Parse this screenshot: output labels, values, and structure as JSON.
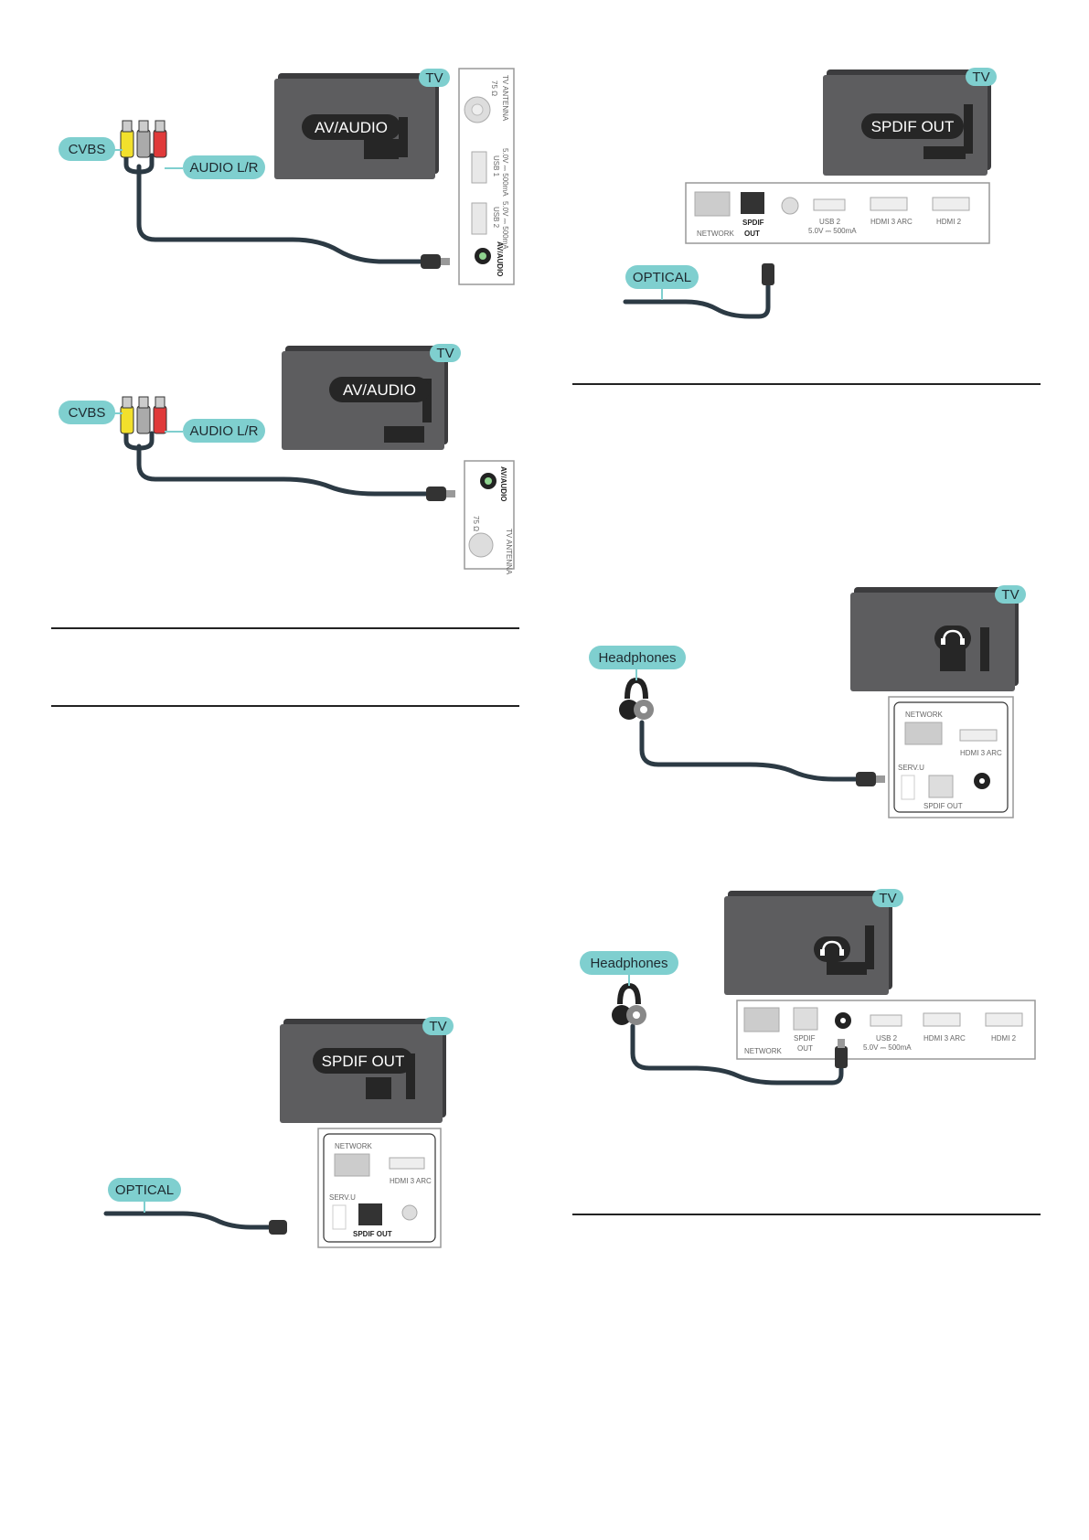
{
  "fig1": {
    "tv_tag": "TV",
    "screen_label": "AV/AUDIO",
    "left_tag": "CVBS",
    "right_tag": "AUDIO L/R",
    "ports": {
      "antenna": "TV ANTENNA",
      "ohm": "75 Ω",
      "usb1": "USB 1",
      "usb1_spec": "5.0V ⎓ 500mA",
      "usb2": "USB 2",
      "usb2_spec": "5.0V ⎓ 500mA",
      "av": "AV/AUDIO"
    }
  },
  "fig2": {
    "tv_tag": "TV",
    "screen_label": "AV/AUDIO",
    "left_tag": "CVBS",
    "right_tag": "AUDIO L/R",
    "ports": {
      "av": "AV/AUDIO",
      "ohm": "75 Ω",
      "antenna": "TV ANTENNA"
    }
  },
  "fig3": {
    "tv_tag": "TV",
    "screen_label": "SPDIF OUT",
    "cable_tag": "OPTICAL",
    "ports": {
      "network": "NETWORK",
      "spdif": "SPDIF",
      "spdif2": "OUT",
      "usb2": "USB 2",
      "usb2_spec": "5.0V ⎓ 500mA",
      "hdmi3": "HDMI 3 ARC",
      "hdmi2": "HDMI 2"
    }
  },
  "fig4": {
    "tv_tag": "TV",
    "screen_label": "SPDIF OUT",
    "cable_tag": "OPTICAL",
    "ports": {
      "network": "NETWORK",
      "hdmi3": "HDMI 3 ARC",
      "servu": "SERV.U",
      "spdif": "SPDIF OUT"
    }
  },
  "fig5": {
    "tv_tag": "TV",
    "cable_tag": "Headphones",
    "ports": {
      "network": "NETWORK",
      "hdmi3": "HDMI 3 ARC",
      "servu": "SERV.U",
      "spdif": "SPDIF OUT"
    }
  },
  "fig6": {
    "tv_tag": "TV",
    "cable_tag": "Headphones",
    "ports": {
      "network": "NETWORK",
      "spdif": "SPDIF",
      "spdif2": "OUT",
      "usb2": "USB 2",
      "usb2_spec": "5.0V ⎓ 500mA",
      "hdmi3": "HDMI 3 ARC",
      "hdmi2": "HDMI 2"
    }
  }
}
